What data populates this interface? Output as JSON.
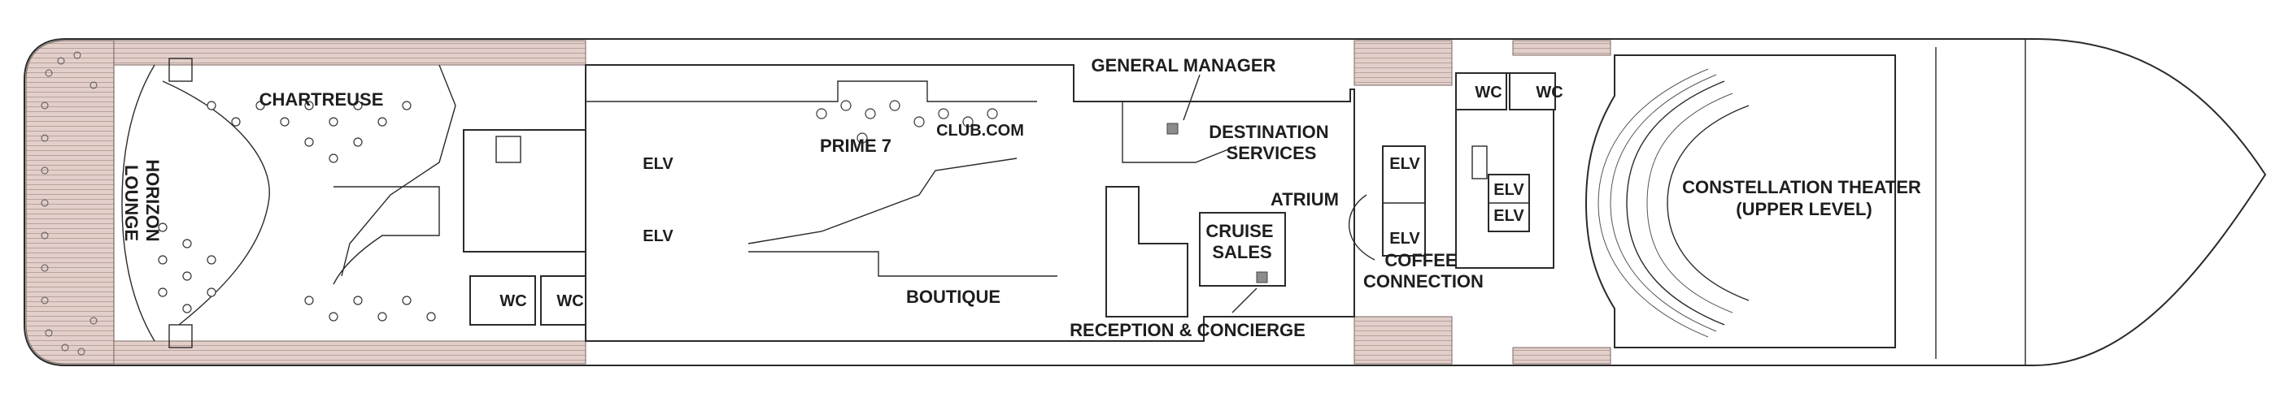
{
  "deck_plan": {
    "venues": {
      "chartreuse": "CHARTREUSE",
      "horizon_lounge": [
        "HORIZON",
        "LOUNGE"
      ],
      "prime7": "PRIME 7",
      "club_com": "CLUB.COM",
      "general_manager": "GENERAL MANAGER",
      "destination_services": [
        "DESTINATION",
        "SERVICES"
      ],
      "atrium": "ATRIUM",
      "cruise_sales": [
        "CRUISE",
        "SALES"
      ],
      "boutique": "BOUTIQUE",
      "reception_concierge": "RECEPTION & CONCIERGE",
      "coffee_connection": [
        "COFFEE",
        "CONNECTION"
      ],
      "constellation_theater": [
        "CONSTELLATION THEATER",
        "(UPPER LEVEL)"
      ]
    },
    "elevators": {
      "aft_upper": "ELV",
      "aft_lower": "ELV",
      "mid_upper": "ELV",
      "mid_lower": "ELV",
      "fwd_upper": "ELV",
      "fwd_lower": "ELV"
    },
    "restrooms": {
      "aft_left": "WC",
      "aft_right": "WC",
      "fwd_left": "WC",
      "fwd_right": "WC"
    },
    "colors": {
      "deck_wood": "#e3cfca",
      "walls": "#2a2a2a",
      "background": "#ffffff"
    }
  }
}
